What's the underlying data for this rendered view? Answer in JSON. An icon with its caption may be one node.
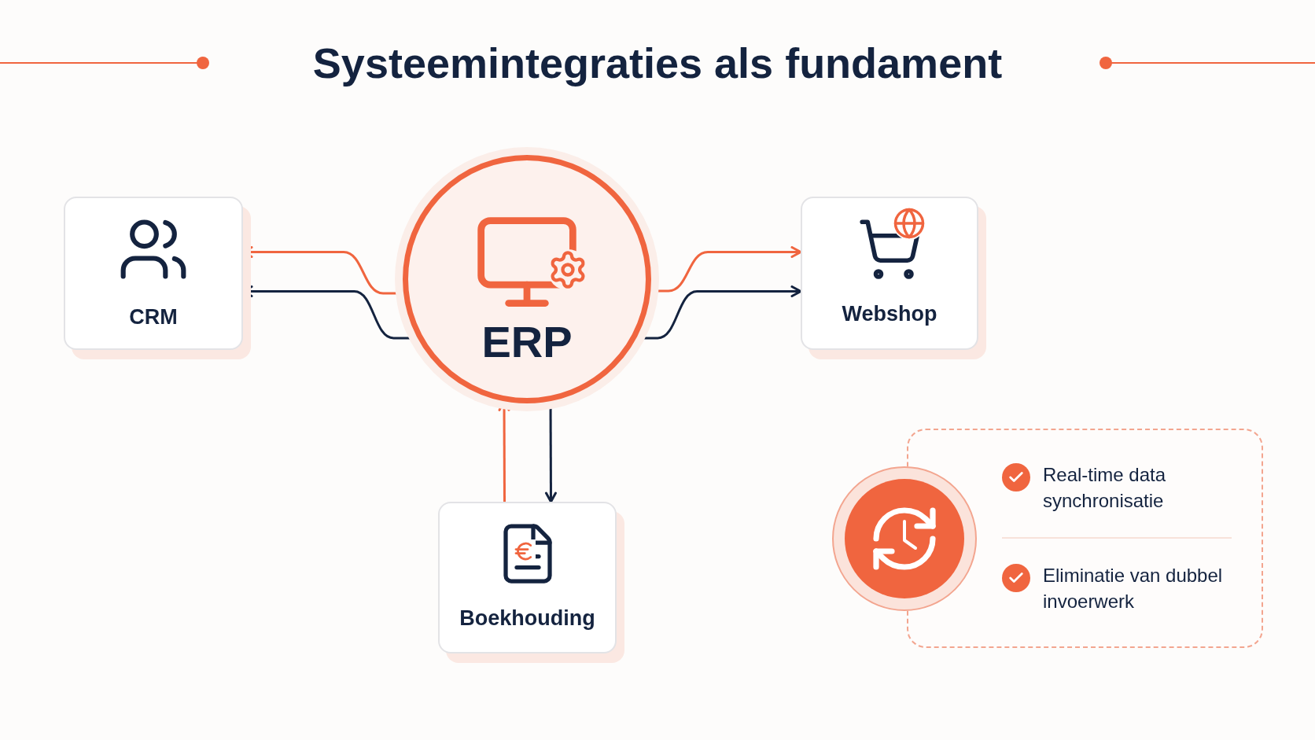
{
  "diagram": {
    "title": "Systeemintegraties als fundament",
    "nodes": [
      {
        "text": [
          "CRM"
        ]
      },
      {
        "text": [
          "ERP"
        ]
      },
      {
        "text": [
          "Webshop"
        ]
      },
      {
        "text": [
          "Boekhouding"
        ]
      },
      {
        "text": [
          "Real-time data synchronisatie",
          "Eliminatie van dubbel invoerwerk"
        ]
      }
    ],
    "edges": [
      {
        "from": 1,
        "to": 0,
        "arrow": "to",
        "color": "#f0653f"
      },
      {
        "from": 1,
        "to": 0,
        "arrow": "to",
        "color": "#14233f"
      },
      {
        "from": 1,
        "to": 2,
        "arrow": "to",
        "color": "#f0653f"
      },
      {
        "from": 1,
        "to": 2,
        "arrow": "to",
        "color": "#14233f"
      },
      {
        "from": 3,
        "to": 1,
        "arrow": "to",
        "color": "#f0653f"
      },
      {
        "from": 1,
        "to": 3,
        "arrow": "to",
        "color": "#14233f"
      }
    ]
  }
}
